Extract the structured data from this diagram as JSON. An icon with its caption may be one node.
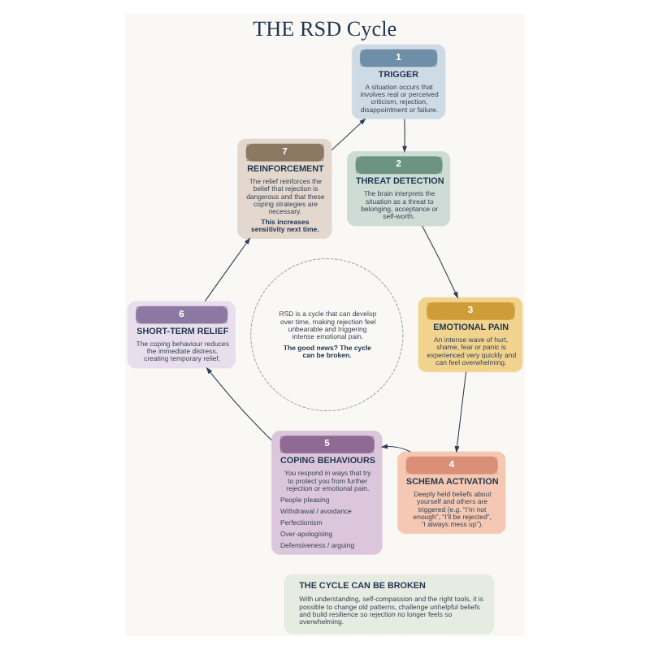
{
  "diagram": {
    "title": "THE RSD Cycle",
    "nodes": [
      {
        "text": [
          "1",
          "TRIGGER",
          "A situation occurs that involves real or perceived criticism, rejection, disappointment or failure."
        ]
      },
      {
        "text": [
          "2",
          "THREAT DETECTION",
          "The brain interprets the situation as a threat to belonging, acceptance or self-worth."
        ]
      },
      {
        "text": [
          "3",
          "EMOTIONAL PAIN",
          "An intense wave of hurt, shame, fear or panic is experienced very quickly and can feel overwhelming."
        ]
      },
      {
        "text": [
          "4",
          "SCHEMA ACTIVATION",
          "Deeply held beliefs about yourself and others are triggered (e.g. “I’m not enough”, “I’ll be rejected”, “I always mess up”)."
        ]
      },
      {
        "text": [
          "5",
          "COPING BEHAVIOURS",
          "You respond in ways that try to protect you from further rejection or emotional pain.",
          "People pleasing",
          "Withdrawal / avoidance",
          "Perfectionism",
          "Over-apologising",
          "Defensiveness / arguing"
        ]
      },
      {
        "text": [
          "6",
          "SHORT-TERM RELIEF",
          "The coping behaviour reduces the immediate distress, creating temporary relief."
        ]
      },
      {
        "text": [
          "7",
          "REINFORCEMENT",
          "The relief reinforces the belief that rejection is dangerous and that these coping strategies are necessary.",
          "This increases sensitivity next time."
        ]
      },
      {
        "text": [
          "RSD is a cycle that can develop over time, making rejection feel unbearable and triggering intense emotional pain.",
          "The good news? The cycle can be broken."
        ]
      },
      {
        "text": [
          "THE CYCLE CAN BE BROKEN",
          "With understanding, self-compassion and the right tools, it is possible to change old patterns, challenge unhelpful beliefs and build resilience so rejection no longer feels so overwhelming."
        ]
      }
    ],
    "edges": [
      {
        "from": 0,
        "to": 1,
        "arrow": "to"
      },
      {
        "from": 1,
        "to": 2,
        "arrow": "to"
      },
      {
        "from": 2,
        "to": 3,
        "arrow": "to"
      },
      {
        "from": 3,
        "to": 4,
        "arrow": "to"
      },
      {
        "from": 4,
        "to": 5,
        "arrow": "to"
      },
      {
        "from": 5,
        "to": 6,
        "arrow": "to"
      },
      {
        "from": 6,
        "to": 0,
        "arrow": "to"
      }
    ]
  }
}
